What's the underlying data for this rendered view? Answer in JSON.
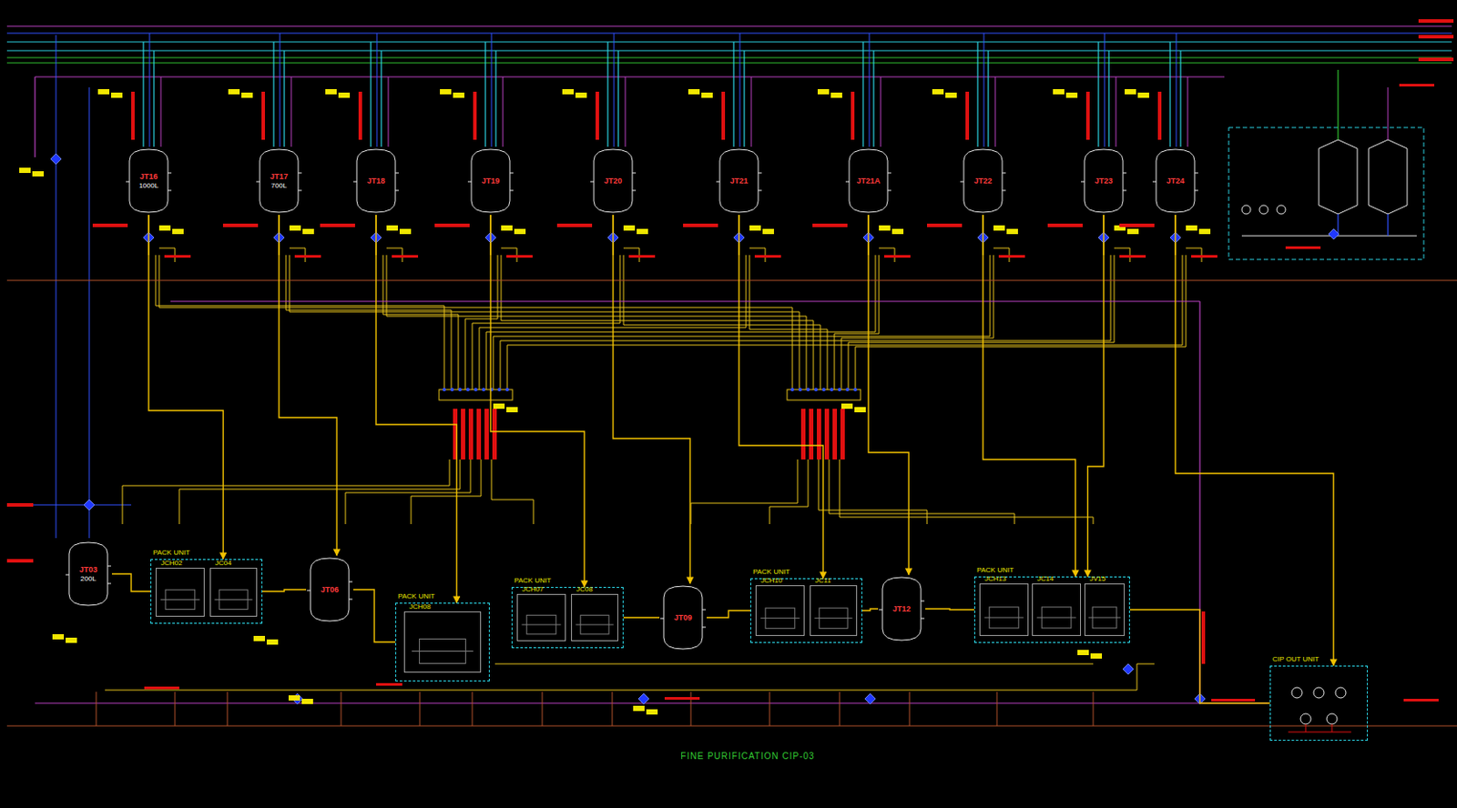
{
  "diagram": {
    "caption": "FINE PURIFICATION CIP-03",
    "nodes": [
      {
        "text": [
          "JT16",
          "1000L"
        ]
      },
      {
        "text": [
          "JT17",
          "700L"
        ]
      },
      {
        "text": [
          "JT18"
        ]
      },
      {
        "text": [
          "JT19"
        ]
      },
      {
        "text": [
          "JT20"
        ]
      },
      {
        "text": [
          "JT21"
        ]
      },
      {
        "text": [
          "JT21A"
        ]
      },
      {
        "text": [
          "JT22"
        ]
      },
      {
        "text": [
          "JT23"
        ]
      },
      {
        "text": [
          "JT24"
        ]
      },
      {
        "text": [
          "JT03",
          "200L"
        ]
      },
      {
        "text": [
          "PACK UNIT"
        ]
      },
      {
        "text": [
          "JCH02"
        ],
        "in": 11
      },
      {
        "text": [
          "JC04"
        ],
        "in": 11
      },
      {
        "text": [
          "JT06"
        ]
      },
      {
        "text": [
          "PACK UNIT"
        ]
      },
      {
        "text": [
          "JCH08"
        ],
        "in": 15
      },
      {
        "text": [
          "PACK UNIT"
        ]
      },
      {
        "text": [
          "JCH07"
        ],
        "in": 17
      },
      {
        "text": [
          "JC08"
        ],
        "in": 17
      },
      {
        "text": [
          "JT09"
        ]
      },
      {
        "text": [
          "PACK UNIT"
        ]
      },
      {
        "text": [
          "JCH10"
        ],
        "in": 21
      },
      {
        "text": [
          "JC11"
        ],
        "in": 21
      },
      {
        "text": [
          "JT12"
        ]
      },
      {
        "text": [
          "PACK UNIT"
        ]
      },
      {
        "text": [
          "JCH13"
        ],
        "in": 25
      },
      {
        "text": [
          "JC14"
        ],
        "in": 25
      },
      {
        "text": [
          "JV15"
        ],
        "in": 25
      },
      {
        "text": [
          "CIP OUT UNIT"
        ]
      }
    ],
    "edges": [
      {
        "from": 0,
        "to": 11,
        "arrow": "to"
      },
      {
        "from": 1,
        "to": 14,
        "arrow": "to"
      },
      {
        "from": 2,
        "to": 15,
        "arrow": "to"
      },
      {
        "from": 3,
        "to": 17,
        "arrow": "to"
      },
      {
        "from": 4,
        "to": 20,
        "arrow": "to"
      },
      {
        "from": 5,
        "to": 21,
        "arrow": "to"
      },
      {
        "from": 6,
        "to": 24,
        "arrow": "to"
      },
      {
        "from": 7,
        "to": 25,
        "arrow": "to"
      },
      {
        "from": 8,
        "to": 25,
        "arrow": "to"
      },
      {
        "from": 9,
        "to": 29,
        "arrow": "to"
      },
      {
        "from": 10,
        "to": 11,
        "arrow": "none"
      },
      {
        "from": 11,
        "to": 14,
        "arrow": "none"
      },
      {
        "from": 14,
        "to": 15,
        "arrow": "none"
      },
      {
        "from": 17,
        "to": 20,
        "arrow": "none"
      },
      {
        "from": 20,
        "to": 21,
        "arrow": "none"
      },
      {
        "from": 21,
        "to": 24,
        "arrow": "none"
      },
      {
        "from": 24,
        "to": 25,
        "arrow": "none"
      },
      {
        "from": 25,
        "to": 29,
        "arrow": "none"
      }
    ]
  }
}
